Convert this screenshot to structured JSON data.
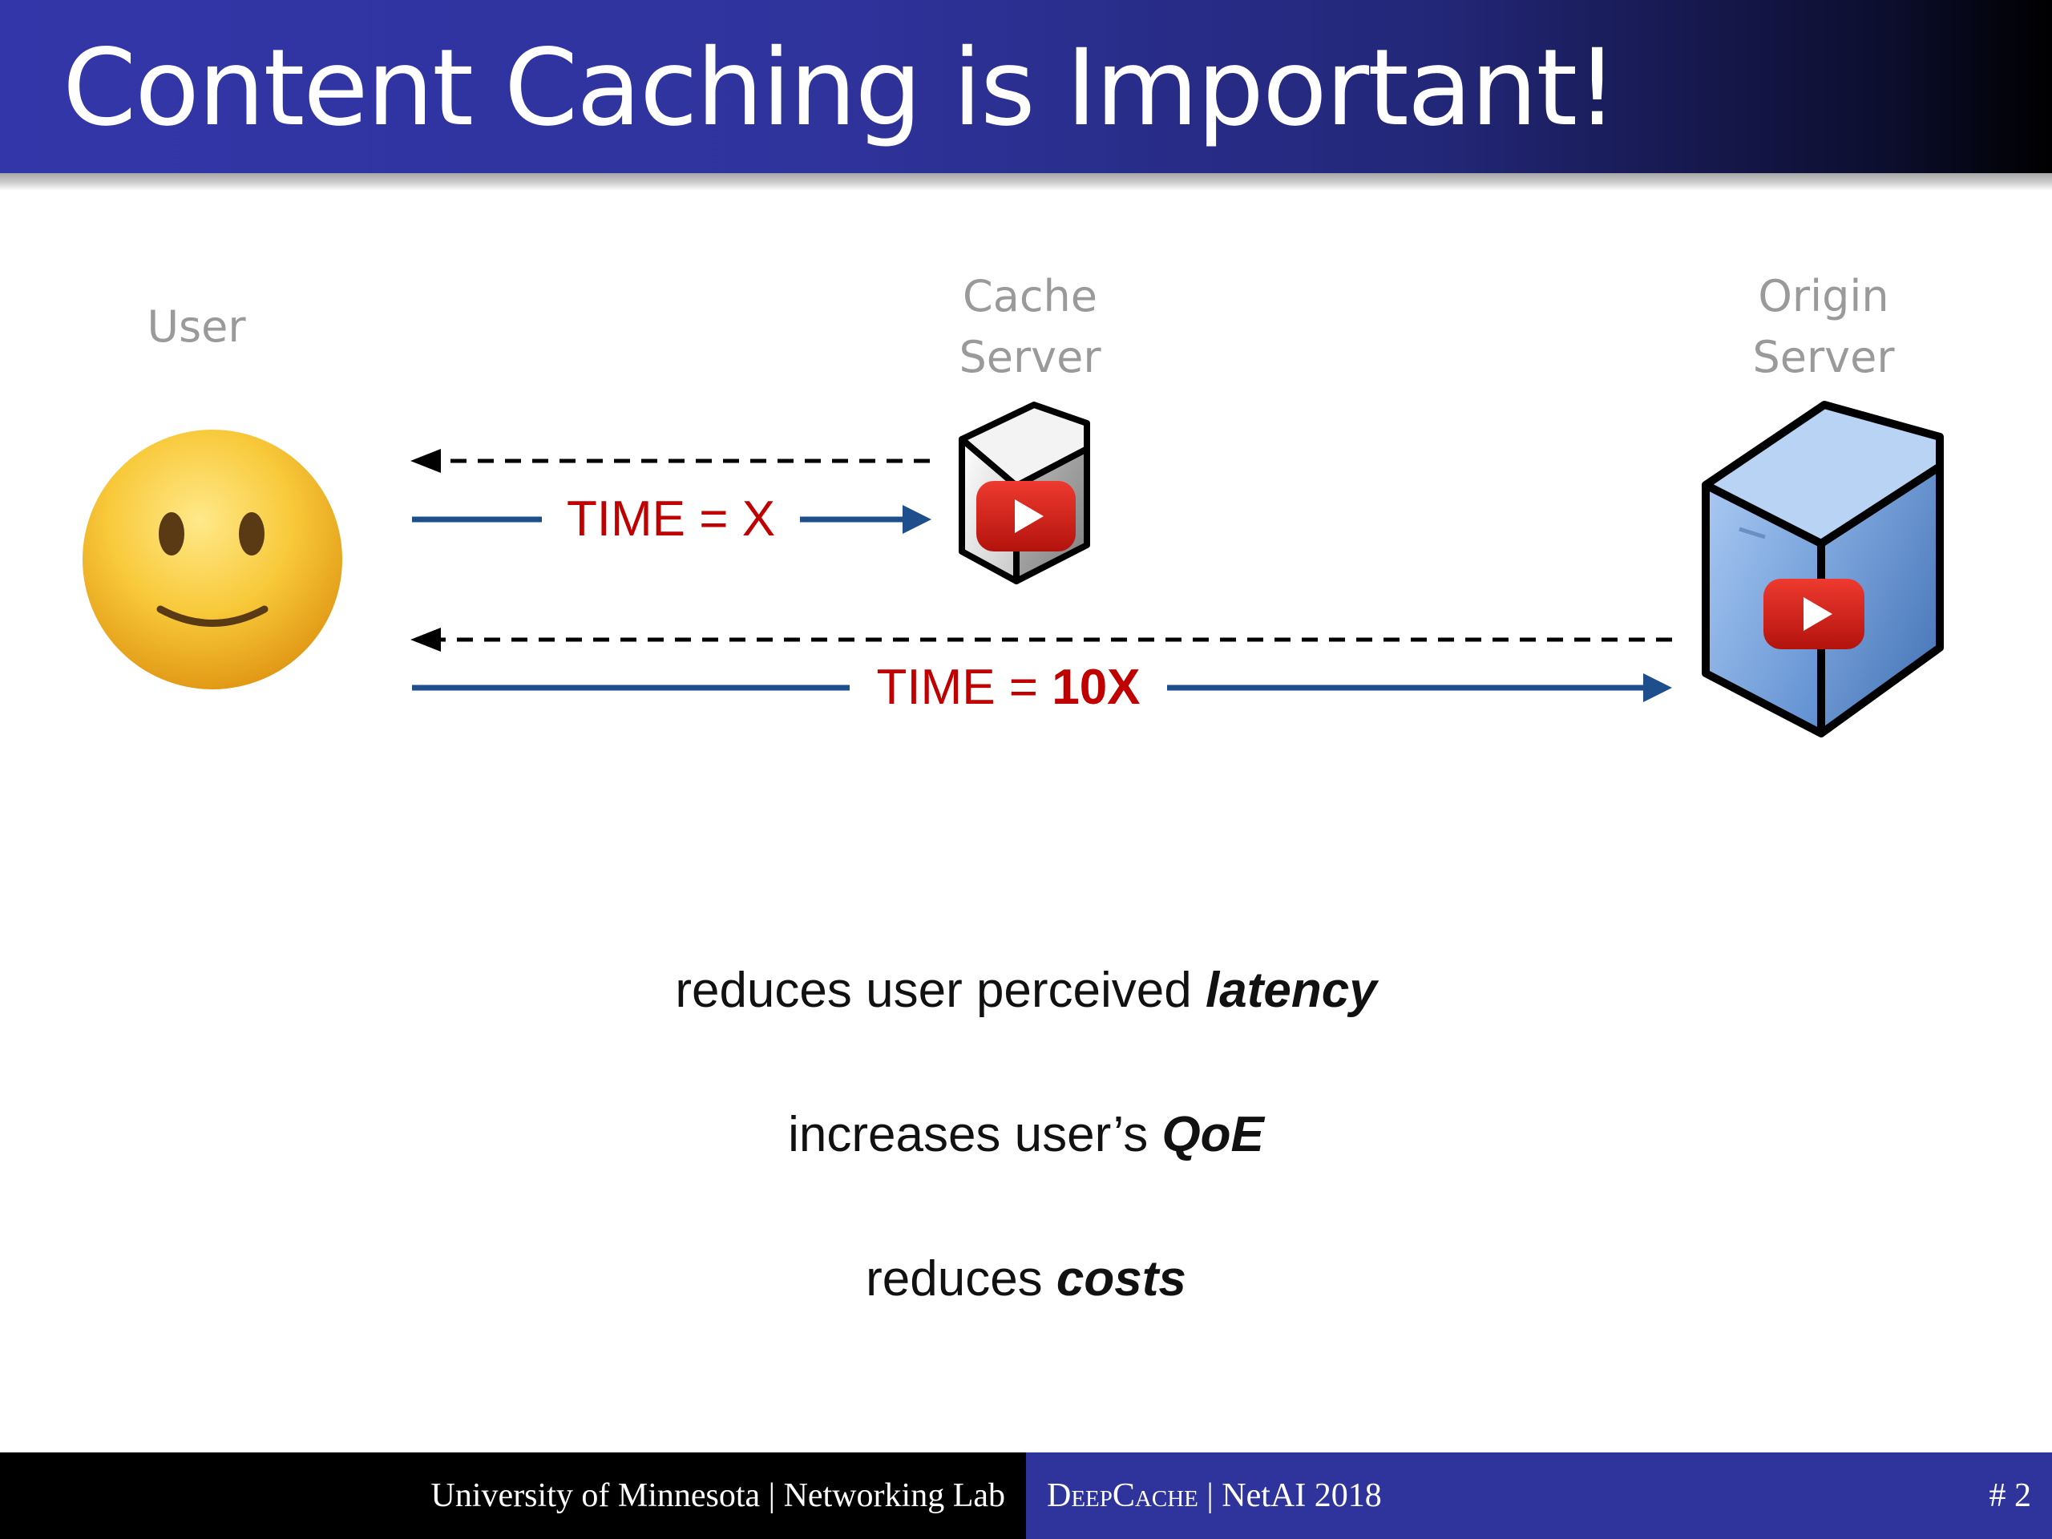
{
  "slide": {
    "title": "Content Caching is Important!",
    "nodes": {
      "user": {
        "label": "User"
      },
      "cache_server": {
        "label_line1": "Cache",
        "label_line2": "Server"
      },
      "origin_server": {
        "label_line1": "Origin",
        "label_line2": "Server"
      }
    },
    "arrows": {
      "cache_time": {
        "prefix": "TIME = ",
        "value": "X"
      },
      "origin_time": {
        "prefix": "TIME = ",
        "value": "10X"
      }
    },
    "bullets": [
      {
        "text": "reduces user perceived ",
        "emphasis": "latency"
      },
      {
        "text": "increases user’s ",
        "emphasis": "QoE"
      },
      {
        "text": "reduces ",
        "emphasis": "costs"
      }
    ],
    "footer": {
      "institution": "University of Minnesota | Networking Lab",
      "project": "DeepCache",
      "venue": " | NetAI 2018",
      "page": "# 2"
    },
    "colors": {
      "title_bar": "#2f339c",
      "arrow_solid": "#1f4e8c",
      "arrow_dashed": "#000000",
      "time_label": "#c00000",
      "footer_right": "#2f339c"
    },
    "icons": [
      "smiley-face-icon",
      "cache-server-icon",
      "origin-server-icon",
      "youtube-play-icon"
    ]
  }
}
